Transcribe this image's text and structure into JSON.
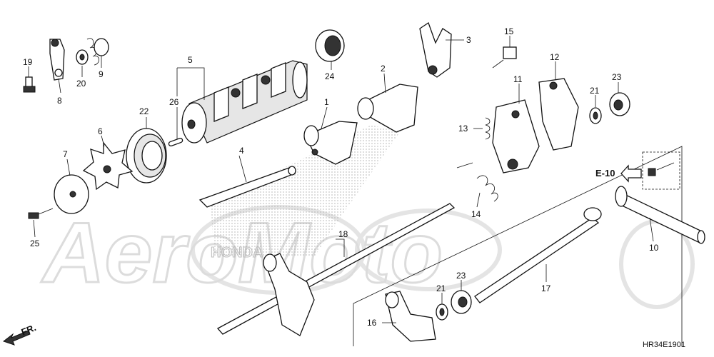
{
  "diagram": {
    "watermark": "AeroMoto",
    "brand_text": "HONDA",
    "direction_label": "FR.",
    "ref_label": "E-10",
    "figure_code": "HR34E1901",
    "labels": [
      {
        "id": "19",
        "num": "19"
      },
      {
        "id": "8",
        "num": "8"
      },
      {
        "id": "20",
        "num": "20"
      },
      {
        "id": "9",
        "num": "9"
      },
      {
        "id": "5",
        "num": "5"
      },
      {
        "id": "26",
        "num": "26"
      },
      {
        "id": "22",
        "num": "22"
      },
      {
        "id": "24",
        "num": "24"
      },
      {
        "id": "6",
        "num": "6"
      },
      {
        "id": "7",
        "num": "7"
      },
      {
        "id": "25",
        "num": "25"
      },
      {
        "id": "4",
        "num": "4"
      },
      {
        "id": "1",
        "num": "1"
      },
      {
        "id": "2",
        "num": "2"
      },
      {
        "id": "3",
        "num": "3"
      },
      {
        "id": "15",
        "num": "15"
      },
      {
        "id": "11",
        "num": "11"
      },
      {
        "id": "12",
        "num": "12"
      },
      {
        "id": "21a",
        "num": "21"
      },
      {
        "id": "23a",
        "num": "23"
      },
      {
        "id": "13",
        "num": "13"
      },
      {
        "id": "14",
        "num": "14"
      },
      {
        "id": "18",
        "num": "18"
      },
      {
        "id": "10",
        "num": "10"
      },
      {
        "id": "17",
        "num": "17"
      },
      {
        "id": "23b",
        "num": "23"
      },
      {
        "id": "21b",
        "num": "21"
      },
      {
        "id": "16",
        "num": "16"
      }
    ]
  }
}
